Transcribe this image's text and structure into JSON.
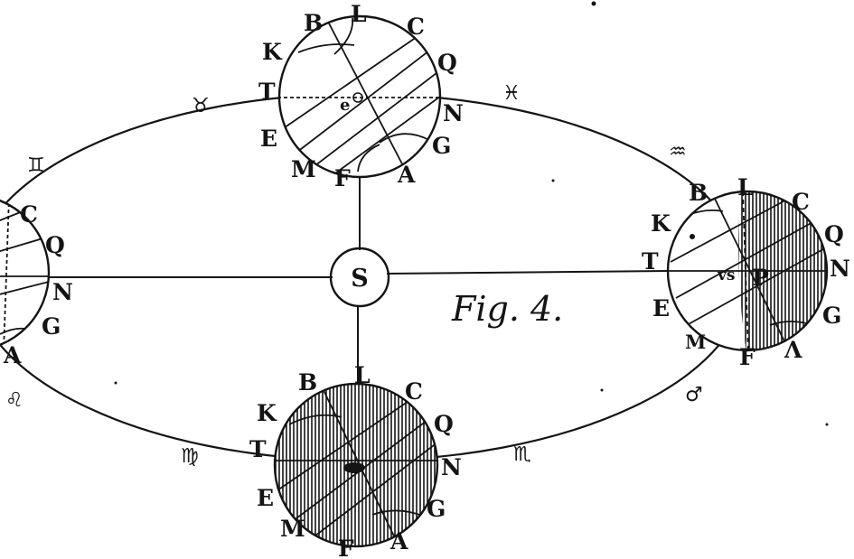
{
  "sun": {
    "label": "S"
  },
  "figure_caption": "Fig. 4.",
  "zodiac": {
    "taurus": "♉",
    "pisces": "♓",
    "gemini": "♊",
    "aquarius": "♒",
    "leo": "♌",
    "virgo": "♍",
    "scorpio": "♏",
    "mars_symbol": "♂"
  },
  "globe_top": {
    "labels": {
      "B": "B",
      "L": "L",
      "C": "C",
      "K": "K",
      "Q": "Q",
      "T": "T",
      "e": "e",
      "N": "N",
      "E": "E",
      "G": "G",
      "M": "M",
      "F": "F",
      "A": "A"
    }
  },
  "globe_right": {
    "labels": {
      "B": "B",
      "L": "L",
      "C": "C",
      "K": "K",
      "Q": "Q",
      "T": "T",
      "vs": "vs",
      "N": "N",
      "E": "E",
      "G": "G",
      "M": "M",
      "F": "F",
      "A": "Λ",
      "P": "P"
    }
  },
  "globe_bottom": {
    "labels": {
      "B": "B",
      "L": "L",
      "C": "C",
      "K": "K",
      "Q": "Q",
      "T": "T",
      "N": "N",
      "E": "E",
      "G": "G",
      "M": "M",
      "F": "F",
      "A": "A"
    }
  },
  "globe_left": {
    "labels": {
      "C": "C",
      "Q": "Q",
      "N": "N",
      "G": "G",
      "A": "A"
    }
  }
}
